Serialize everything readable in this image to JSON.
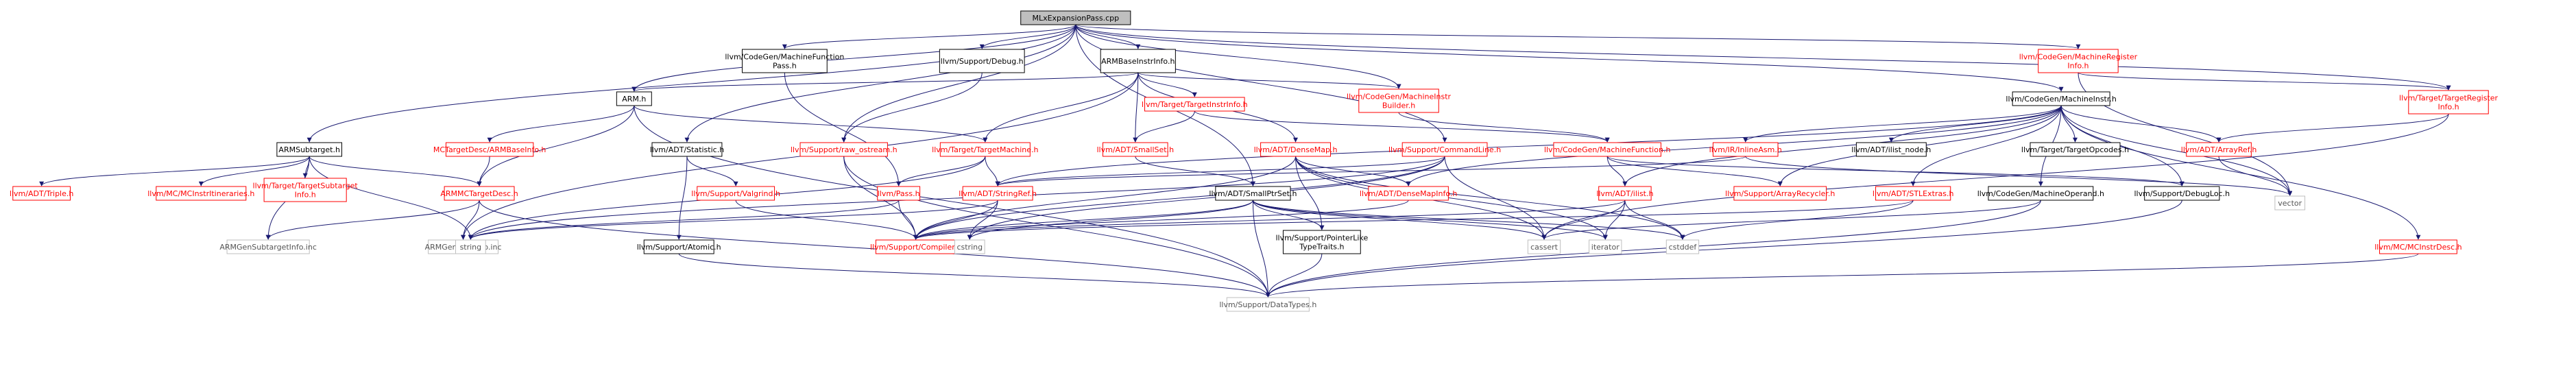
{
  "colors": {
    "edge": "#191970",
    "node_border_default": "#000000",
    "node_border_link": "#bfbfbf",
    "node_border_missing": "#ff0000",
    "root_fill": "#bfbfbf",
    "node_fill": "#ffffff"
  },
  "nodes": [
    {
      "id": "root",
      "lines": [
        "MLxExpansionPass.cpp"
      ],
      "kind": "root"
    },
    {
      "id": "cgmfp",
      "lines": [
        "llvm/CodeGen/MachineFunction",
        "Pass.h"
      ],
      "kind": "default"
    },
    {
      "id": "debug",
      "lines": [
        "llvm/Support/Debug.h"
      ],
      "kind": "default"
    },
    {
      "id": "armbase",
      "lines": [
        "ARMBaseInstrInfo.h"
      ],
      "kind": "default"
    },
    {
      "id": "cgmrinfo",
      "lines": [
        "llvm/CodeGen/MachineRegister",
        "Info.h"
      ],
      "kind": "missing"
    },
    {
      "id": "armh",
      "lines": [
        "ARM.h"
      ],
      "kind": "default"
    },
    {
      "id": "tgtinstr",
      "lines": [
        "llvm/Target/TargetInstrInfo.h"
      ],
      "kind": "missing"
    },
    {
      "id": "cgmib",
      "lines": [
        "llvm/CodeGen/MachineInstr",
        "Builder.h"
      ],
      "kind": "missing"
    },
    {
      "id": "cgmi",
      "lines": [
        "llvm/CodeGen/MachineInstr.h"
      ],
      "kind": "default"
    },
    {
      "id": "tgtreg",
      "lines": [
        "llvm/Target/TargetRegister",
        "Info.h"
      ],
      "kind": "missing"
    },
    {
      "id": "armsub",
      "lines": [
        "ARMSubtarget.h"
      ],
      "kind": "default"
    },
    {
      "id": "mctgtarmbase",
      "lines": [
        "MCTargetDesc/ARMBaseInfo.h"
      ],
      "kind": "missing"
    },
    {
      "id": "statistic",
      "lines": [
        "llvm/ADT/Statistic.h"
      ],
      "kind": "default"
    },
    {
      "id": "rawos",
      "lines": [
        "llvm/Support/raw_ostream.h"
      ],
      "kind": "missing"
    },
    {
      "id": "tgtmachine",
      "lines": [
        "llvm/Target/TargetMachine.h"
      ],
      "kind": "missing"
    },
    {
      "id": "smallset",
      "lines": [
        "llvm/ADT/SmallSet.h"
      ],
      "kind": "missing"
    },
    {
      "id": "densemap",
      "lines": [
        "llvm/ADT/DenseMap.h"
      ],
      "kind": "missing"
    },
    {
      "id": "cmdline",
      "lines": [
        "llvm/Support/CommandLine.h"
      ],
      "kind": "missing"
    },
    {
      "id": "cgmf",
      "lines": [
        "llvm/CodeGen/MachineFunction.h"
      ],
      "kind": "missing"
    },
    {
      "id": "inlineasm",
      "lines": [
        "llvm/IR/InlineAsm.h"
      ],
      "kind": "missing"
    },
    {
      "id": "ilistnode",
      "lines": [
        "llvm/ADT/ilist_node.h"
      ],
      "kind": "default"
    },
    {
      "id": "tgtopcodes",
      "lines": [
        "llvm/Target/TargetOpcodes.h"
      ],
      "kind": "default"
    },
    {
      "id": "arrayref",
      "lines": [
        "llvm/ADT/ArrayRef.h"
      ],
      "kind": "missing"
    },
    {
      "id": "triple",
      "lines": [
        "llvm/ADT/Triple.h"
      ],
      "kind": "missing"
    },
    {
      "id": "mcinstritin",
      "lines": [
        "llvm/MC/MCInstrItineraries.h"
      ],
      "kind": "missing"
    },
    {
      "id": "tgtsubinfo",
      "lines": [
        "llvm/Target/TargetSubtarget",
        "Info.h"
      ],
      "kind": "missing"
    },
    {
      "id": "armmctd",
      "lines": [
        "ARMMCTargetDesc.h"
      ],
      "kind": "missing"
    },
    {
      "id": "valgrind",
      "lines": [
        "llvm/Support/Valgrind.h"
      ],
      "kind": "missing"
    },
    {
      "id": "pass",
      "lines": [
        "llvm/Pass.h"
      ],
      "kind": "missing"
    },
    {
      "id": "stringref",
      "lines": [
        "llvm/ADT/StringRef.h"
      ],
      "kind": "missing"
    },
    {
      "id": "smallptrset",
      "lines": [
        "llvm/ADT/SmallPtrSet.h"
      ],
      "kind": "default"
    },
    {
      "id": "densemapinfo",
      "lines": [
        "llvm/ADT/DenseMapInfo.h"
      ],
      "kind": "missing"
    },
    {
      "id": "ilist",
      "lines": [
        "llvm/ADT/ilist.h"
      ],
      "kind": "missing"
    },
    {
      "id": "arrayrecycler",
      "lines": [
        "llvm/Support/ArrayRecycler.h"
      ],
      "kind": "missing"
    },
    {
      "id": "stlextras",
      "lines": [
        "llvm/ADT/STLExtras.h"
      ],
      "kind": "missing"
    },
    {
      "id": "cgmo",
      "lines": [
        "llvm/CodeGen/MachineOperand.h"
      ],
      "kind": "default"
    },
    {
      "id": "debugloc",
      "lines": [
        "llvm/Support/DebugLoc.h"
      ],
      "kind": "default"
    },
    {
      "id": "vector",
      "lines": [
        "vector"
      ],
      "kind": "link"
    },
    {
      "id": "armsubinc",
      "lines": [
        "ARMGenSubtargetInfo.inc"
      ],
      "kind": "link"
    },
    {
      "id": "arminstrinc",
      "lines": [
        "ARMGenInstrInfo.inc"
      ],
      "kind": "link"
    },
    {
      "id": "atomic",
      "lines": [
        "llvm/Support/Atomic.h"
      ],
      "kind": "default"
    },
    {
      "id": "string",
      "lines": [
        "string"
      ],
      "kind": "link"
    },
    {
      "id": "compiler",
      "lines": [
        "llvm/Support/Compiler.h"
      ],
      "kind": "missing"
    },
    {
      "id": "cstring",
      "lines": [
        "cstring"
      ],
      "kind": "link"
    },
    {
      "id": "ptrlike",
      "lines": [
        "llvm/Support/PointerLike",
        "TypeTraits.h"
      ],
      "kind": "default"
    },
    {
      "id": "cassert",
      "lines": [
        "cassert"
      ],
      "kind": "link"
    },
    {
      "id": "iterator",
      "lines": [
        "iterator"
      ],
      "kind": "link"
    },
    {
      "id": "cstddef",
      "lines": [
        "cstddef"
      ],
      "kind": "link"
    },
    {
      "id": "mcinstrdesc",
      "lines": [
        "llvm/MC/MCInstrDesc.h"
      ],
      "kind": "missing"
    },
    {
      "id": "datatypes",
      "lines": [
        "llvm/Support/DataTypes.h"
      ],
      "kind": "link"
    }
  ],
  "edges": [
    [
      "root",
      "cgmfp"
    ],
    [
      "root",
      "debug"
    ],
    [
      "root",
      "armbase"
    ],
    [
      "root",
      "cgmrinfo"
    ],
    [
      "root",
      "armh"
    ],
    [
      "root",
      "cgmib"
    ],
    [
      "root",
      "cgmi"
    ],
    [
      "root",
      "tgtreg"
    ],
    [
      "root",
      "armsub"
    ],
    [
      "root",
      "statistic"
    ],
    [
      "root",
      "rawos"
    ],
    [
      "root",
      "smallptrset"
    ],
    [
      "root",
      "cmdline"
    ],
    [
      "cgmfp",
      "pass"
    ],
    [
      "debug",
      "rawos"
    ],
    [
      "armbase",
      "armh"
    ],
    [
      "armbase",
      "tgtinstr"
    ],
    [
      "armbase",
      "cgmib"
    ],
    [
      "armbase",
      "smallset"
    ],
    [
      "armbase",
      "densemap"
    ],
    [
      "armbase",
      "tgtmachine"
    ],
    [
      "armbase",
      "arminstrinc"
    ],
    [
      "armh",
      "tgtmachine"
    ],
    [
      "armh",
      "mctgtarmbase"
    ],
    [
      "armh",
      "armmctd"
    ],
    [
      "armh",
      "datatypes"
    ],
    [
      "armsub",
      "triple"
    ],
    [
      "armsub",
      "mcinstritin"
    ],
    [
      "armsub",
      "tgtsubinfo"
    ],
    [
      "armsub",
      "armmctd"
    ],
    [
      "armsub",
      "armsubinc"
    ],
    [
      "armsub",
      "string"
    ],
    [
      "mctgtarmbase",
      "armmctd"
    ],
    [
      "statistic",
      "valgrind"
    ],
    [
      "statistic",
      "atomic"
    ],
    [
      "rawos",
      "compiler"
    ],
    [
      "rawos",
      "datatypes"
    ],
    [
      "tgtmachine",
      "pass"
    ],
    [
      "tgtmachine",
      "stringref"
    ],
    [
      "tgtmachine",
      "string"
    ],
    [
      "tgtinstr",
      "smallset"
    ],
    [
      "tgtinstr",
      "cgmf"
    ],
    [
      "cgmib",
      "cgmf"
    ],
    [
      "densemap",
      "densemapinfo"
    ],
    [
      "densemap",
      "compiler"
    ],
    [
      "densemap",
      "ptrlike"
    ],
    [
      "densemap",
      "cassert"
    ],
    [
      "densemap",
      "iterator"
    ],
    [
      "densemap",
      "cstddef"
    ],
    [
      "cmdline",
      "stringref"
    ],
    [
      "cmdline",
      "compiler"
    ],
    [
      "cmdline",
      "cassert"
    ],
    [
      "cmdline",
      "cstring"
    ],
    [
      "cmdline",
      "string"
    ],
    [
      "cgmi",
      "inlineasm"
    ],
    [
      "cgmi",
      "ilistnode"
    ],
    [
      "cgmi",
      "tgtopcodes"
    ],
    [
      "cgmi",
      "arrayref"
    ],
    [
      "cgmi",
      "stlextras"
    ],
    [
      "cgmi",
      "cgmo"
    ],
    [
      "cgmi",
      "debugloc"
    ],
    [
      "cgmi",
      "vector"
    ],
    [
      "cgmi",
      "mcinstrdesc"
    ],
    [
      "cgmi",
      "ilist"
    ],
    [
      "cgmi",
      "densemapinfo"
    ],
    [
      "cgmi",
      "arrayrecycler"
    ],
    [
      "cgmi",
      "stringref"
    ],
    [
      "cgmrinfo",
      "tgtreg"
    ],
    [
      "cgmrinfo",
      "vector"
    ],
    [
      "tgtreg",
      "arrayref"
    ],
    [
      "tgtreg",
      "cassert"
    ],
    [
      "arrayref",
      "vector"
    ],
    [
      "cgmf",
      "ilist"
    ],
    [
      "cgmf",
      "arrayrecycler"
    ],
    [
      "cgmf",
      "debugloc"
    ],
    [
      "inlineasm",
      "stringref"
    ],
    [
      "inlineasm",
      "vector"
    ],
    [
      "smallset",
      "smallptrset"
    ],
    [
      "smallptrset",
      "compiler"
    ],
    [
      "smallptrset",
      "ptrlike"
    ],
    [
      "smallptrset",
      "cassert"
    ],
    [
      "smallptrset",
      "cstring"
    ],
    [
      "smallptrset",
      "cstddef"
    ],
    [
      "smallptrset",
      "iterator"
    ],
    [
      "smallptrset",
      "datatypes"
    ],
    [
      "ilist",
      "compiler"
    ],
    [
      "ilist",
      "cassert"
    ],
    [
      "ilist",
      "cstddef"
    ],
    [
      "ilist",
      "iterator"
    ],
    [
      "pass",
      "compiler"
    ],
    [
      "pass",
      "string"
    ],
    [
      "stringref",
      "compiler"
    ],
    [
      "stringref",
      "cstring"
    ],
    [
      "stringref",
      "string"
    ],
    [
      "armmctd",
      "datatypes"
    ],
    [
      "armmctd",
      "armsubinc"
    ],
    [
      "armmctd",
      "arminstrinc"
    ],
    [
      "valgrind",
      "compiler"
    ],
    [
      "atomic",
      "datatypes"
    ],
    [
      "ptrlike",
      "datatypes"
    ],
    [
      "stlextras",
      "cstddef"
    ],
    [
      "stlextras",
      "compiler"
    ],
    [
      "cgmo",
      "datatypes"
    ],
    [
      "cgmo",
      "cassert"
    ],
    [
      "debugloc",
      "datatypes"
    ],
    [
      "mcinstrdesc",
      "datatypes"
    ],
    [
      "densemapinfo",
      "compiler"
    ]
  ]
}
